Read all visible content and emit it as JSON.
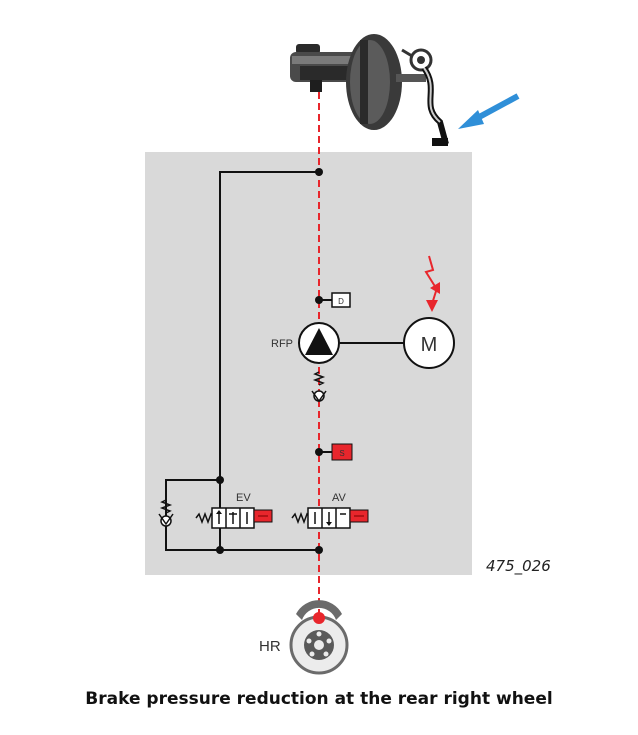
{
  "labels": {
    "pump": "RFP",
    "motor": "M",
    "inlet_valve": "EV",
    "outlet_valve": "AV",
    "wheel": "HR",
    "sensor_d": "D",
    "sensor_s": "S",
    "figure_ref": "475_026"
  },
  "caption": "Brake pressure reduction at the rear right wheel",
  "colors": {
    "panel": "#d9d9d9",
    "active_line": "#e8262c",
    "accent_red": "#e8262c",
    "arrow_blue": "#2f8fd8",
    "line": "#111111"
  }
}
